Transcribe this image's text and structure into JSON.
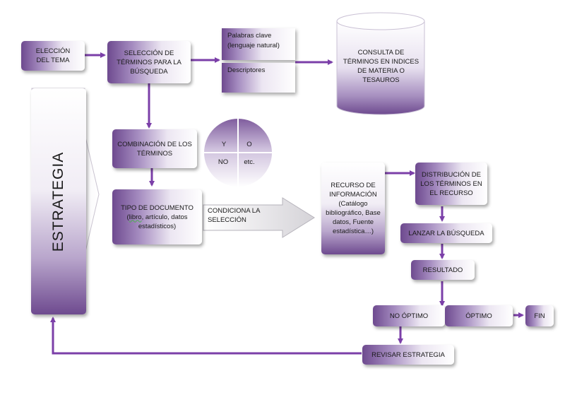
{
  "nodes": {
    "eleccion_tema": "ELECCIÓN DEL TEMA",
    "seleccion_terminos": "SELECCIÓN DE TÉRMINOS PARA LA BÚSQUEDA",
    "palabras_clave_1": "Palabras clave",
    "palabras_clave_2": "(lenguaje natural)",
    "descriptores": "Descriptores",
    "consulta": "CONSULTA DE TÉRMINOS EN INDICES DE MATERIA O TESAUROS",
    "estrategia": "ESTRATEGIA",
    "combinacion": "COMBINACIÓN DE LOS TÉRMINOS",
    "tipo_documento_1": "TIPO DE DOCUMENTO",
    "tipo_documento_2a": "libro",
    "tipo_documento_2b": ", artículo, datos estadísticos)",
    "condiciona": "CONDICIONA LA SELECCIÓN",
    "recurso": "RECURSO DE INFORMACIÓN (Catálogo bibliográfico, Base datos, Fuente estadística…)",
    "distribucion": "DISTRIBUCIÓN DE LOS TÉRMINOS EN EL RECURSO",
    "lanzar": "LANZAR LA BÚSQUEDA",
    "resultado": "RESULTADO",
    "no_optimo": "NO ÓPTIMO",
    "optimo": "ÓPTIMO",
    "fin": "FIN",
    "revisar": "REVISAR ESTRATEGIA"
  },
  "operators": {
    "y": "Y",
    "o": "O",
    "no": "NO",
    "etc": "etc."
  },
  "colors": {
    "arrow": "#7b3fa8",
    "accent": "#6e4a8f"
  }
}
